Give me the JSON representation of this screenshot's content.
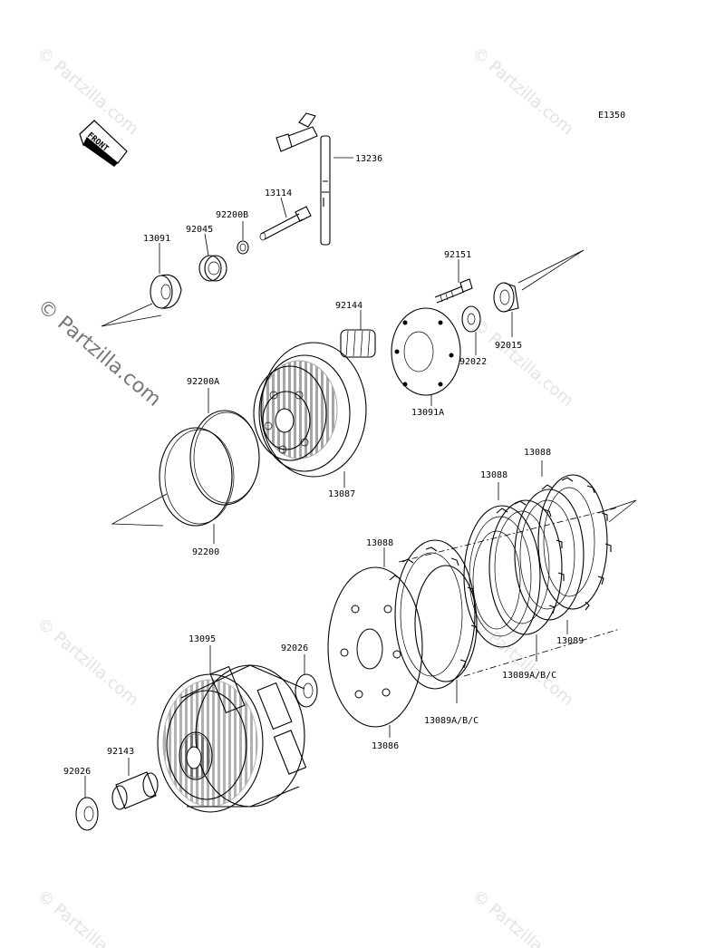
{
  "diagram_code": "E1350",
  "front_marker": "FRONT",
  "watermark": "© Partzilla.com",
  "part_labels": {
    "p13236": "13236",
    "p13114": "13114",
    "p92200B": "92200B",
    "p92045": "92045",
    "p13091": "13091",
    "p92151": "92151",
    "p92144": "92144",
    "p92015": "92015",
    "p92022": "92022",
    "p13091A": "13091A",
    "p92200A": "92200A",
    "p13087": "13087",
    "p92200": "92200",
    "p13088_top": "13088",
    "p13088_mid": "13088",
    "p13088_low": "13088",
    "p13089": "13089",
    "p13089ABC_right": "13089A/B/C",
    "p13089ABC_left": "13089A/B/C",
    "p13095": "13095",
    "p92026_mid": "92026",
    "p13086": "13086",
    "p92143": "92143",
    "p92026_left": "92026"
  }
}
